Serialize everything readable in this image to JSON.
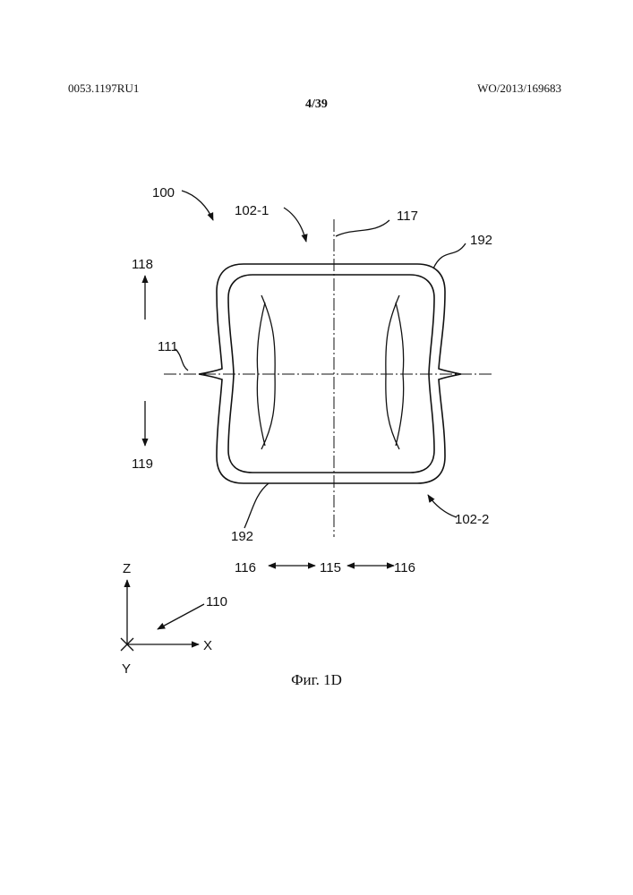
{
  "header": {
    "left": "0053.1197RU1",
    "right": "WO/2013/169683",
    "page": "4/39"
  },
  "figure": {
    "caption": "Фиг. 1D",
    "labels": {
      "ref_100": "100",
      "ref_102_1": "102-1",
      "ref_117": "117",
      "ref_192_top": "192",
      "ref_118": "118",
      "ref_111": "111",
      "ref_119": "119",
      "ref_192_bottom": "192",
      "ref_102_2": "102-2",
      "ref_116_left": "116",
      "ref_115": "115",
      "ref_116_right": "116",
      "ref_110": "110",
      "axis_z": "Z",
      "axis_x": "X",
      "axis_y": "Y"
    }
  }
}
